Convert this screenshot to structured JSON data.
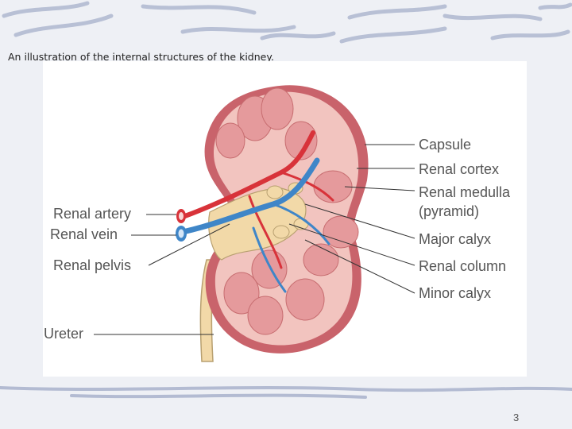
{
  "caption": "An illustration of the internal structures of the kidney.",
  "labels": {
    "capsule": "Capsule",
    "renal_cortex": "Renal cortex",
    "renal_medulla_line1": "Renal medulla",
    "renal_medulla_line2": "(pyramid)",
    "major_calyx": "Major calyx",
    "renal_column": "Renal column",
    "minor_calyx": "Minor calyx",
    "renal_artery": "Renal artery",
    "renal_vein": "Renal vein",
    "renal_pelvis": "Renal pelvis",
    "ureter": "Ureter"
  },
  "page_number": "3",
  "colors": {
    "background": "#eef0f5",
    "decor_stroke": "#b3bbd2",
    "capsule": "#c9636b",
    "cortex": "#f2c4bf",
    "pyramid": "#e59a9c",
    "pelvis": "#f2d9a8",
    "artery": "#d8333a",
    "vein": "#3f86c8",
    "leader_line": "#333333"
  }
}
